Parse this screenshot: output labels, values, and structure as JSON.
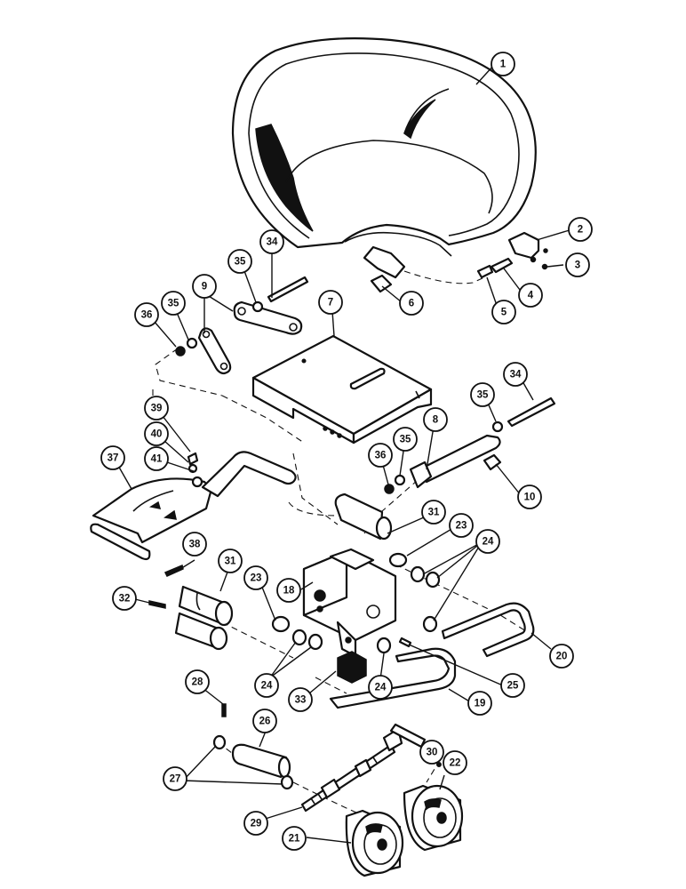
{
  "callouts": [
    {
      "id": "1",
      "label": "1"
    },
    {
      "id": "2",
      "label": "2"
    },
    {
      "id": "3",
      "label": "3"
    },
    {
      "id": "4",
      "label": "4"
    },
    {
      "id": "5",
      "label": "5"
    },
    {
      "id": "6",
      "label": "6"
    },
    {
      "id": "7",
      "label": "7"
    },
    {
      "id": "8",
      "label": "8"
    },
    {
      "id": "9",
      "label": "9"
    },
    {
      "id": "10",
      "label": "10"
    },
    {
      "id": "18",
      "label": "18"
    },
    {
      "id": "19",
      "label": "19"
    },
    {
      "id": "20",
      "label": "20"
    },
    {
      "id": "21",
      "label": "21"
    },
    {
      "id": "22",
      "label": "22"
    },
    {
      "id": "23a",
      "label": "23"
    },
    {
      "id": "23b",
      "label": "23"
    },
    {
      "id": "24a",
      "label": "24"
    },
    {
      "id": "24b",
      "label": "24"
    },
    {
      "id": "24c",
      "label": "24"
    },
    {
      "id": "25",
      "label": "25"
    },
    {
      "id": "26",
      "label": "26"
    },
    {
      "id": "27",
      "label": "27"
    },
    {
      "id": "28",
      "label": "28"
    },
    {
      "id": "29",
      "label": "29"
    },
    {
      "id": "30",
      "label": "30"
    },
    {
      "id": "31a",
      "label": "31"
    },
    {
      "id": "31b",
      "label": "31"
    },
    {
      "id": "32",
      "label": "32"
    },
    {
      "id": "33",
      "label": "33"
    },
    {
      "id": "34a",
      "label": "34"
    },
    {
      "id": "34b",
      "label": "34"
    },
    {
      "id": "35a",
      "label": "35"
    },
    {
      "id": "35b",
      "label": "35"
    },
    {
      "id": "35c",
      "label": "35"
    },
    {
      "id": "35d",
      "label": "35"
    },
    {
      "id": "36a",
      "label": "36"
    },
    {
      "id": "36b",
      "label": "36"
    },
    {
      "id": "37",
      "label": "37"
    },
    {
      "id": "38",
      "label": "38"
    },
    {
      "id": "39",
      "label": "39"
    },
    {
      "id": "40",
      "label": "40"
    },
    {
      "id": "41",
      "label": "41"
    }
  ]
}
